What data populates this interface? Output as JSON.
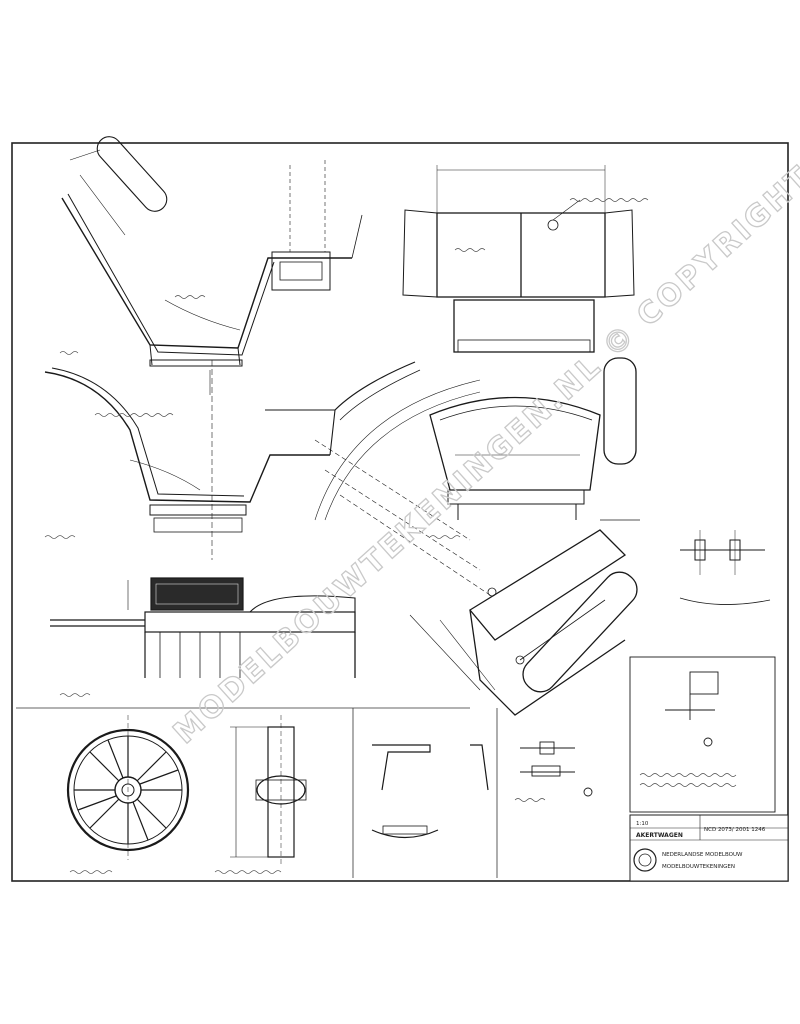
{
  "watermark": {
    "text": "MODELBOUWTEKENINGEN.NL © COPYRIGHT"
  },
  "title_block": {
    "scale": "1:10",
    "name": "AKERTWAGEN",
    "sheet_code": "NCD 2073/ 2001 1246",
    "org_line_1": "NEDERLANDSE MODELBOUW",
    "org_line_2": "MODELBOUWTEKENINGEN"
  },
  "colors": {
    "ink": "#1a1a1a",
    "watermark": "#c9c9c9",
    "paper": "#ffffff"
  }
}
